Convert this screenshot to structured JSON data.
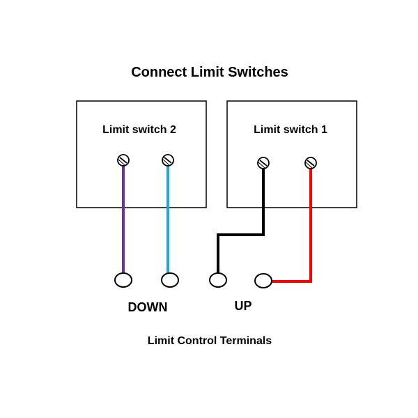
{
  "title": "Connect Limit Switches",
  "switches": [
    {
      "label": "Limit switch 2"
    },
    {
      "label": "Limit switch 1"
    }
  ],
  "terminals": {
    "down_label": "DOWN",
    "up_label": "UP",
    "caption": "Limit Control Terminals"
  },
  "wires": {
    "purple": "#7030a0",
    "blue": "#1ea7e1",
    "black": "#000000",
    "red": "#ff0000"
  }
}
